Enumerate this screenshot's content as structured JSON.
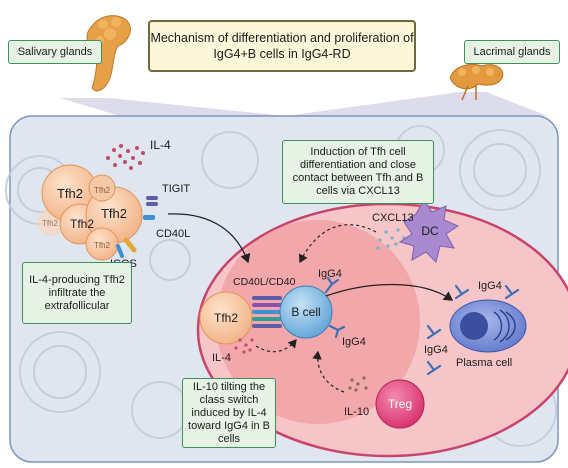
{
  "title": "Mechanism of differentiation and proliferation of IgG4+B cells in IgG4-RD",
  "organs": {
    "left": "Salivary glands",
    "right": "Lacrimal glands"
  },
  "cells": {
    "tfh2": "Tfh2",
    "tfh2_small": "Tfh2",
    "b_cell": "B cell",
    "dc": "DC",
    "treg": "Treg",
    "plasma": "Plasma cell"
  },
  "molecules": {
    "il4": "IL-4",
    "tigit": "TIGIT",
    "cd40l": "CD40L",
    "icos": "ICOS",
    "cd40l_cd40": "CD40L/CD40",
    "il10": "IL-10",
    "cxcl13": "CXCL13",
    "igg4": "IgG4"
  },
  "notes": {
    "tfh_infiltrate": "IL-4-producing Tfh2 infiltrate the extrafollicular",
    "induction": "Induction of Tfh cell differentiation and close contact between Tfh and B cells via CXCL13",
    "il10": "IL-10 tilting the class switch induced by IL-4 toward IgG4 in B cells"
  },
  "colors": {
    "tissue_bg": "#dfe6ef",
    "tissue_border": "#7f95c4",
    "follicle": "#f6c5c8",
    "germinal_center": "#ef8e94",
    "tfh_cell": "#f7c29a",
    "b_cell": "#7fb8e0",
    "dc": "#a98ad1",
    "treg": "#e0417a",
    "plasma": "#6f86cf",
    "note_fill": "#e6f3e4",
    "note_border": "#3f8f5a",
    "title_fill": "#fbf7d8"
  }
}
